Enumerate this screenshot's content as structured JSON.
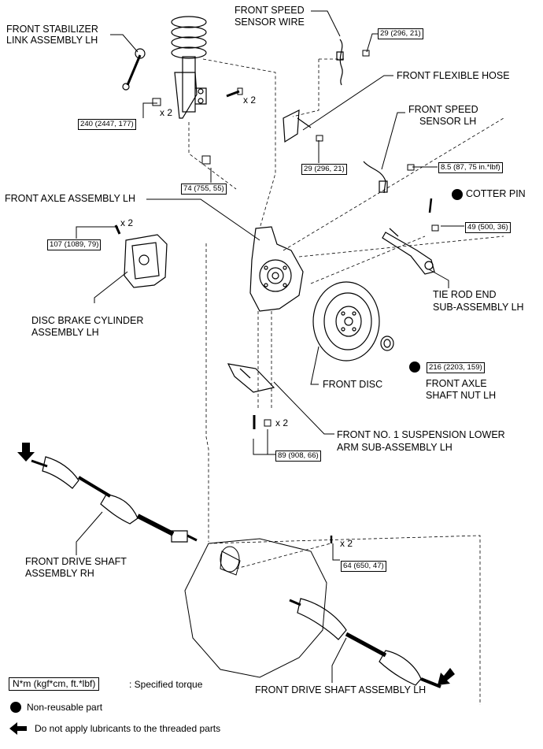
{
  "labels": {
    "stabilizer_1": "FRONT STABILIZER",
    "stabilizer_2": "LINK ASSEMBLY LH",
    "speed_wire_1": "FRONT SPEED",
    "speed_wire_2": "SENSOR WIRE",
    "flexible_hose": "FRONT FLEXIBLE HOSE",
    "speed_sensor_1": "FRONT SPEED",
    "speed_sensor_2": "SENSOR LH",
    "front_axle": "FRONT AXLE ASSEMBLY LH",
    "cotter_pin": "COTTER PIN",
    "disc_brake_1": "DISC BRAKE CYLINDER",
    "disc_brake_2": "ASSEMBLY LH",
    "tie_rod_1": "TIE ROD END",
    "tie_rod_2": "SUB-ASSEMBLY LH",
    "front_disc": "FRONT DISC",
    "axle_nut_1": "FRONT AXLE",
    "axle_nut_2": "SHAFT NUT LH",
    "lower_arm_1": "FRONT NO. 1 SUSPENSION LOWER",
    "lower_arm_2": "ARM SUB-ASSEMBLY LH",
    "drive_rh_1": "FRONT DRIVE SHAFT",
    "drive_rh_2": "ASSEMBLY RH",
    "drive_lh": "FRONT DRIVE SHAFT ASSEMBLY LH"
  },
  "torques": {
    "t_29a": "29 (296, 21)",
    "t_240": "240 (2447, 177)",
    "t_74": "74 (755, 55)",
    "t_29b": "29 (296, 21)",
    "t_85": "8.5 (87, 75 in.*lbf)",
    "t_49": "49 (500, 36)",
    "t_107": "107 (1089, 79)",
    "t_216": "216 (2203, 159)",
    "t_89": "89 (908, 66)",
    "t_64": "64 (650, 47)"
  },
  "multipliers": {
    "m1": "x 2",
    "m2": "x 2",
    "m3": "x 2",
    "m4": "x 2",
    "m5": "x 2"
  },
  "legend": {
    "torque_box": "N*m (kgf*cm, ft.*lbf)",
    "torque_text": ": Specified torque",
    "nonreusable": "Non-reusable part",
    "lubricant": "Do not apply lubricants to the threaded parts"
  }
}
